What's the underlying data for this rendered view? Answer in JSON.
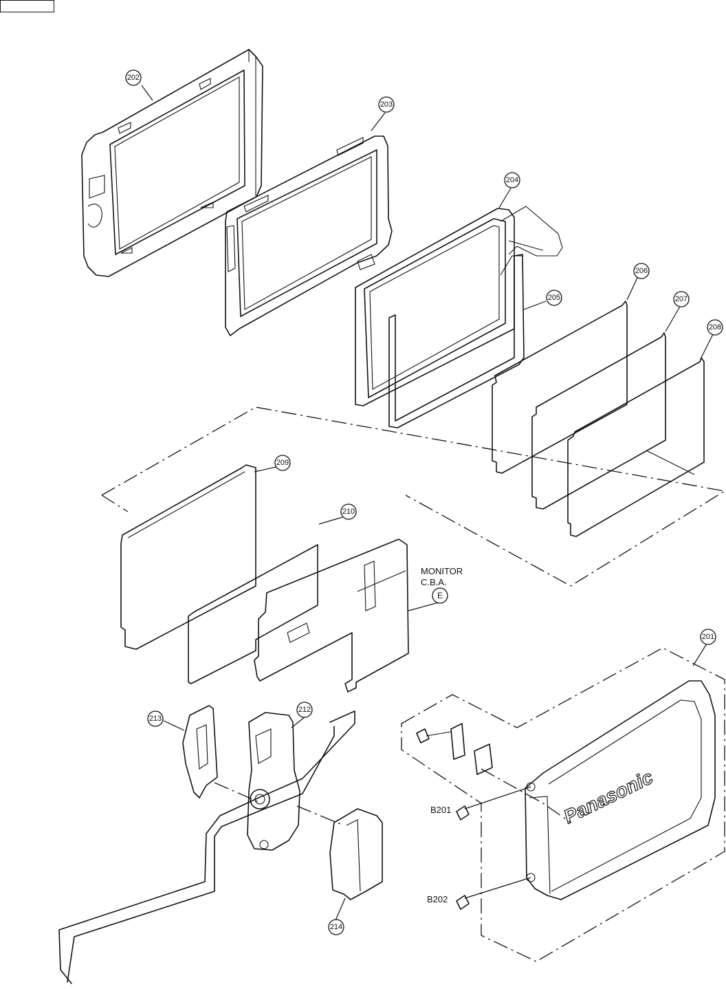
{
  "callouts": {
    "p201": "201",
    "p202": "202",
    "p203": "203",
    "p204": "204",
    "p205": "205",
    "p206": "206",
    "p207": "207",
    "p208": "208",
    "p209": "209",
    "p210": "210",
    "p212": "212",
    "p213": "213",
    "p214": "214"
  },
  "monitor_label": {
    "line1": "MONITOR",
    "line2": "C.B.A.",
    "ref": "E"
  },
  "screws": {
    "b201": "B201",
    "b202": "B202"
  },
  "brand_logo": "Panasonic"
}
